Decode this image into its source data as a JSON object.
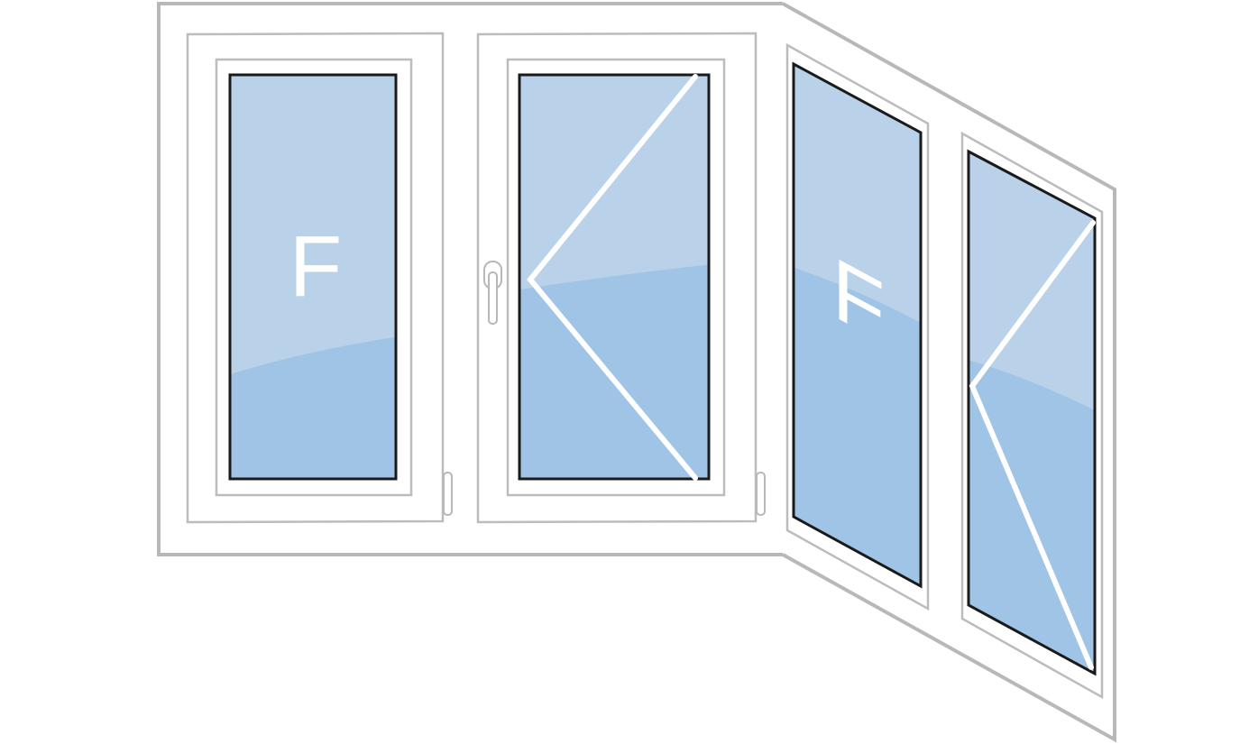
{
  "colors": {
    "frame": "#b8b8b8",
    "glass_light": "#b9d2e9",
    "glass_dark": "#a0c4e5",
    "glass_edge": "#1a1a1a",
    "opening_mark": "#ffffff",
    "background": "#ffffff"
  },
  "panes": [
    {
      "label": "F",
      "type": "fixed"
    },
    {
      "label": "",
      "type": "tilt-turn"
    },
    {
      "label": "F",
      "type": "fixed"
    },
    {
      "label": "",
      "type": "tilt-turn"
    }
  ]
}
